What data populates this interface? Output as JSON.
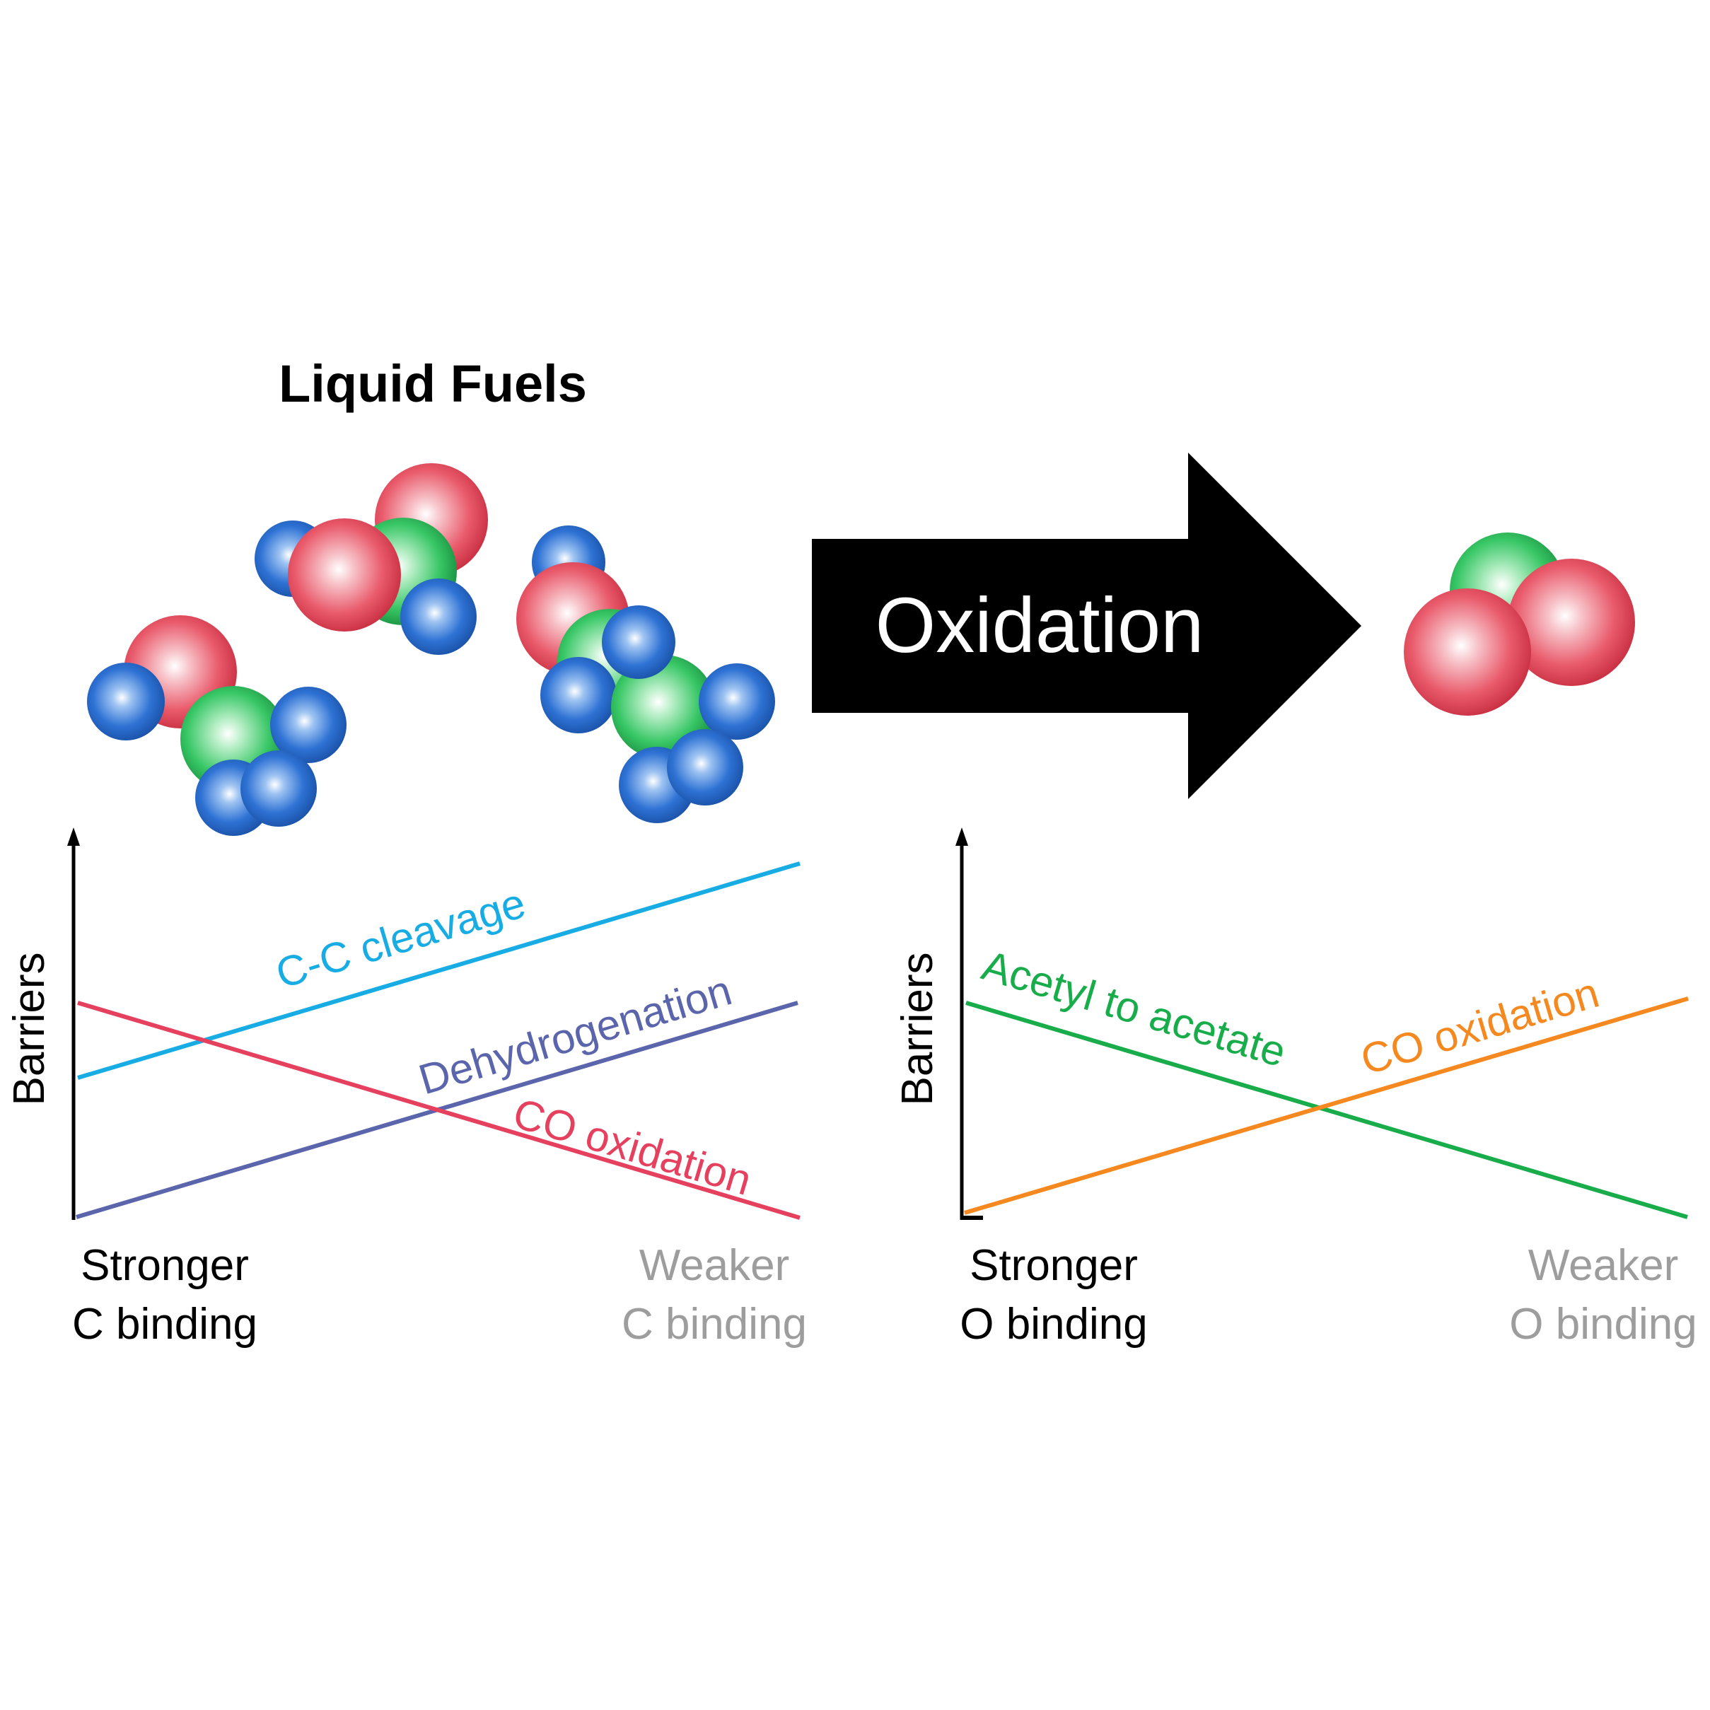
{
  "title": "Liquid Fuels",
  "arrow": {
    "label": "Oxidation"
  },
  "atom_colors": {
    "carbon": "#2dbf5a",
    "oxygen": "#e34d5f",
    "hydrogen": "#2b6fd1"
  },
  "left_panel": {
    "y_label": "Barriers",
    "x_left": [
      "Stronger",
      "C binding"
    ],
    "x_right": [
      "Weaker",
      "C binding"
    ],
    "lines": [
      {
        "name": "C-C cleavage",
        "color": "#18ace4",
        "trend": "increasing"
      },
      {
        "name": "Dehydrogenation",
        "color": "#5b65ac",
        "trend": "increasing"
      },
      {
        "name": "CO oxidation",
        "color": "#e6405f",
        "trend": "decreasing"
      }
    ]
  },
  "right_panel": {
    "y_label": "Barriers",
    "x_left": [
      "Stronger",
      "O binding"
    ],
    "x_right": [
      "Weaker",
      "O binding"
    ],
    "lines": [
      {
        "name": "Acetyl to acetate",
        "color": "#18ac4a",
        "trend": "decreasing"
      },
      {
        "name": "CO oxidation",
        "color": "#f5891f",
        "trend": "increasing"
      }
    ]
  }
}
